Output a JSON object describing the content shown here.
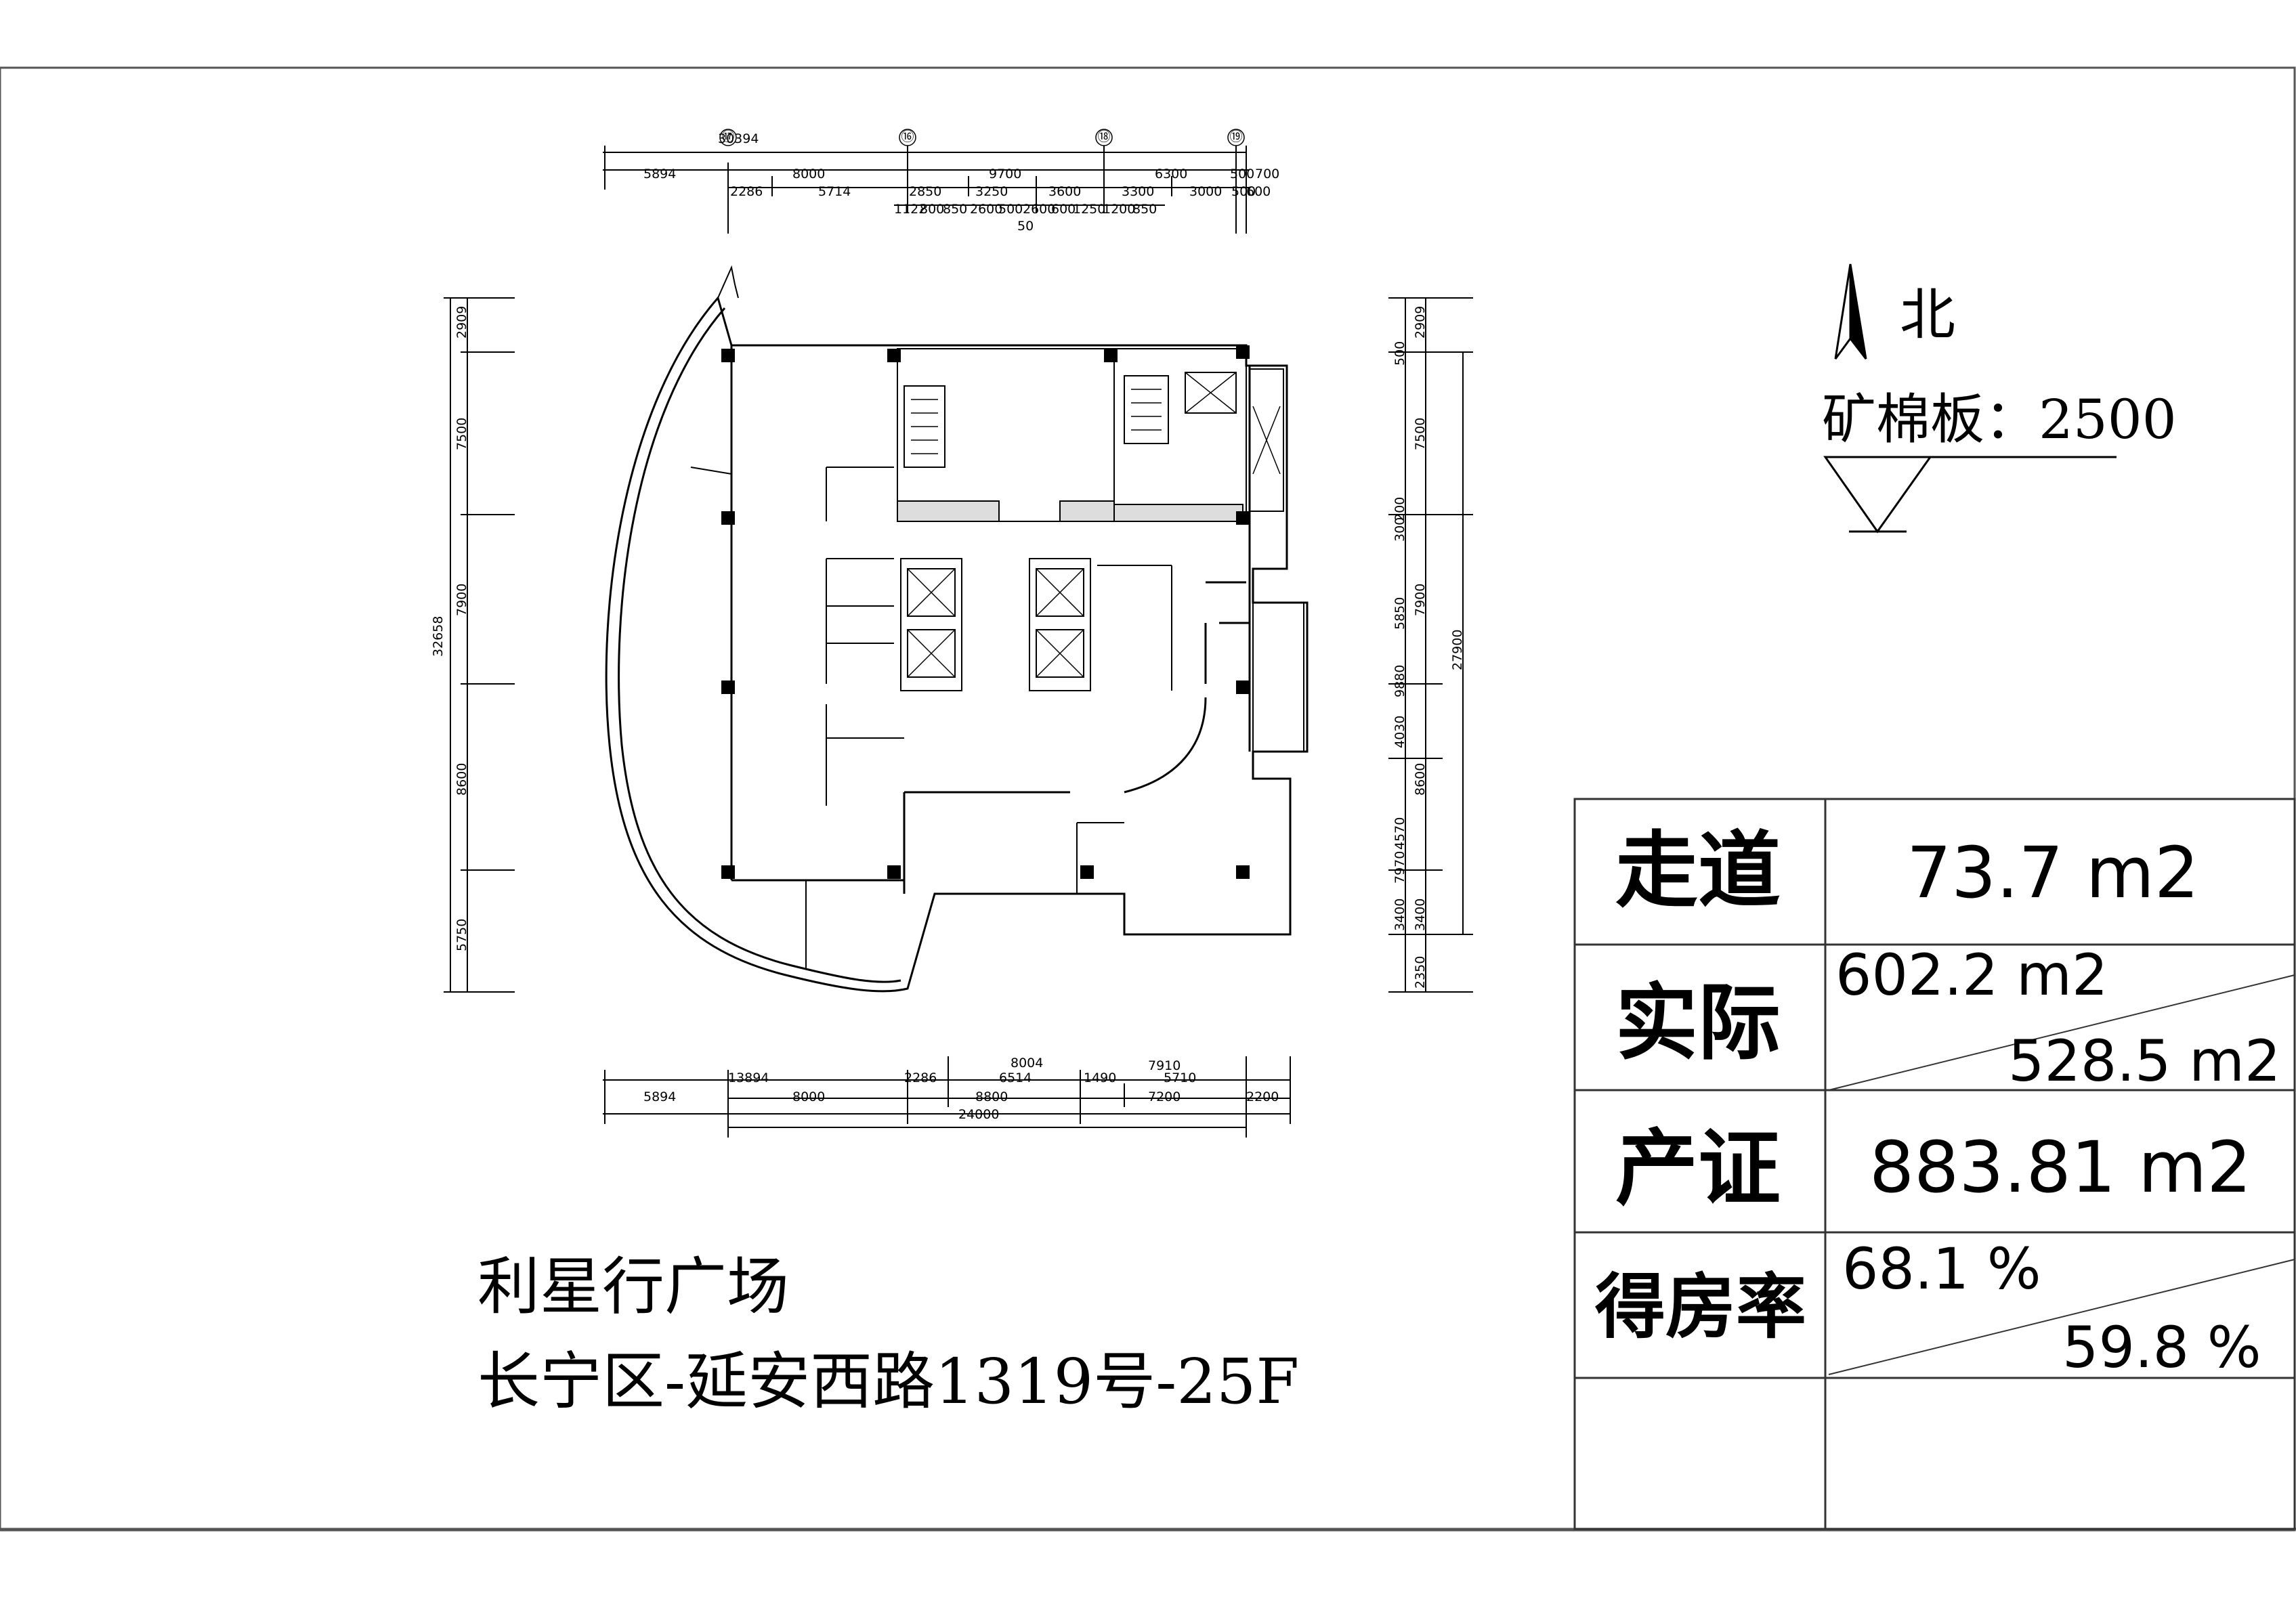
{
  "north": {
    "label": "北"
  },
  "ceiling": {
    "note": "矿棉板：2500"
  },
  "title": {
    "building": "利星行广场",
    "address": "长宁区-延安西路1319号-25F"
  },
  "table": {
    "rows": [
      {
        "label": "走道",
        "value": "73.7 m2"
      },
      {
        "label": "实际",
        "value_upper": "602.2 m2",
        "value_lower": "528.5 m2"
      },
      {
        "label": "产证",
        "value": "883.81 m2"
      },
      {
        "label": "得房率",
        "value_upper": "68.1 %",
        "value_lower": "59.8 %"
      },
      {
        "label": "",
        "value": ""
      }
    ]
  },
  "grid_labels": [
    "⑰",
    "⑯",
    "⑱",
    "⑲"
  ],
  "dimensions": {
    "top_overall": "30394",
    "top_row1": [
      "5894",
      "8000",
      "9700",
      "6300",
      "500",
      "700"
    ],
    "top_row2": [
      "2286",
      "5714",
      "2850",
      "3250",
      "3600",
      "3300",
      "3000",
      "500",
      "600"
    ],
    "top_row3": [
      "1122",
      "800",
      "850",
      "2600",
      "500",
      "2600",
      "600",
      "1250",
      "1200",
      "850"
    ],
    "top_row3_sub": "50",
    "left_overall": "32658",
    "left_rows": [
      "2909",
      "7500",
      "7900",
      "8600",
      "5750"
    ],
    "right_overall": "27900",
    "right_rows_a": [
      "2909",
      "500",
      "7500",
      "300",
      "200",
      "7900",
      "8600",
      "7970",
      "3400",
      "2350"
    ],
    "right_rows_b": [
      "5850",
      "9880",
      "4030",
      "4570",
      "3400"
    ],
    "bottom_row1": [
      "13894",
      "2286",
      "8004",
      "7910"
    ],
    "bottom_row2": [
      "6514",
      "1490",
      "5710"
    ],
    "bottom_row3": [
      "5894",
      "8000",
      "8800",
      "7200",
      "2200"
    ],
    "bottom_overall": "24000"
  }
}
